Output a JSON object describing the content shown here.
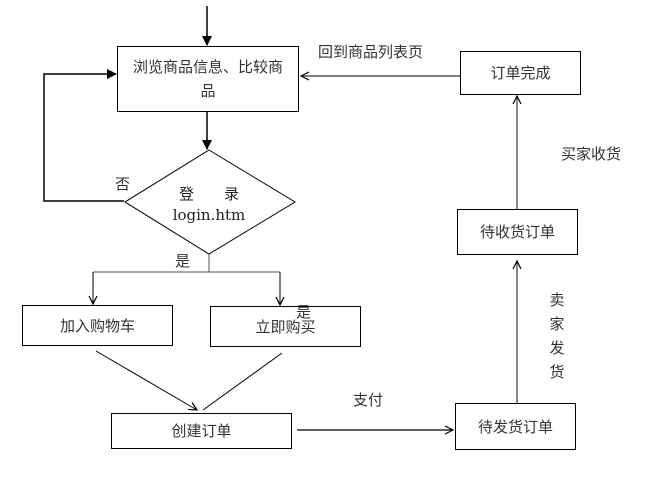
{
  "diagram": {
    "nodes": {
      "browse": "浏览商品信息、比较商品",
      "login_title": "登　　录",
      "login_page": "login.htm",
      "add_cart": "加入购物车",
      "buy_now": "立即购买",
      "create_order": "创建订单",
      "pending_ship": "待发货订单",
      "pending_receive": "待收货订单",
      "order_done": "订单完成"
    },
    "edges": {
      "no": "否",
      "yes": "是",
      "yes_2": "是",
      "pay": "支付",
      "seller_ship": "卖家发货",
      "seller_ship_chars": [
        "卖",
        "家",
        "发",
        "货"
      ],
      "buyer_receive": "买家收货",
      "back_to_list": "回到商品列表页"
    }
  }
}
